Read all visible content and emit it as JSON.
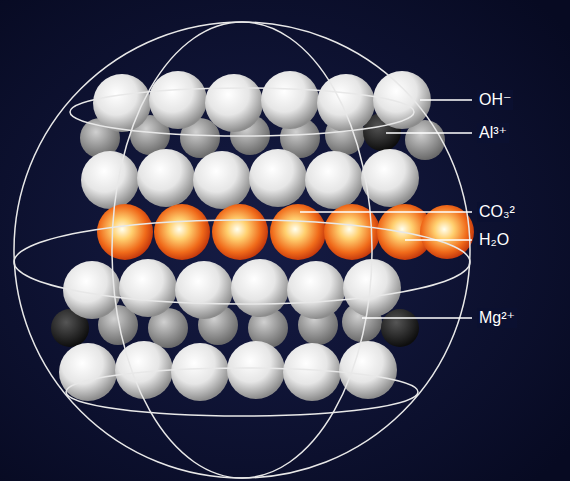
{
  "diagram": {
    "labels": [
      "OH⁻",
      "Al³⁺",
      "CO₃²",
      "H₂O",
      "Mg²⁺"
    ]
  }
}
